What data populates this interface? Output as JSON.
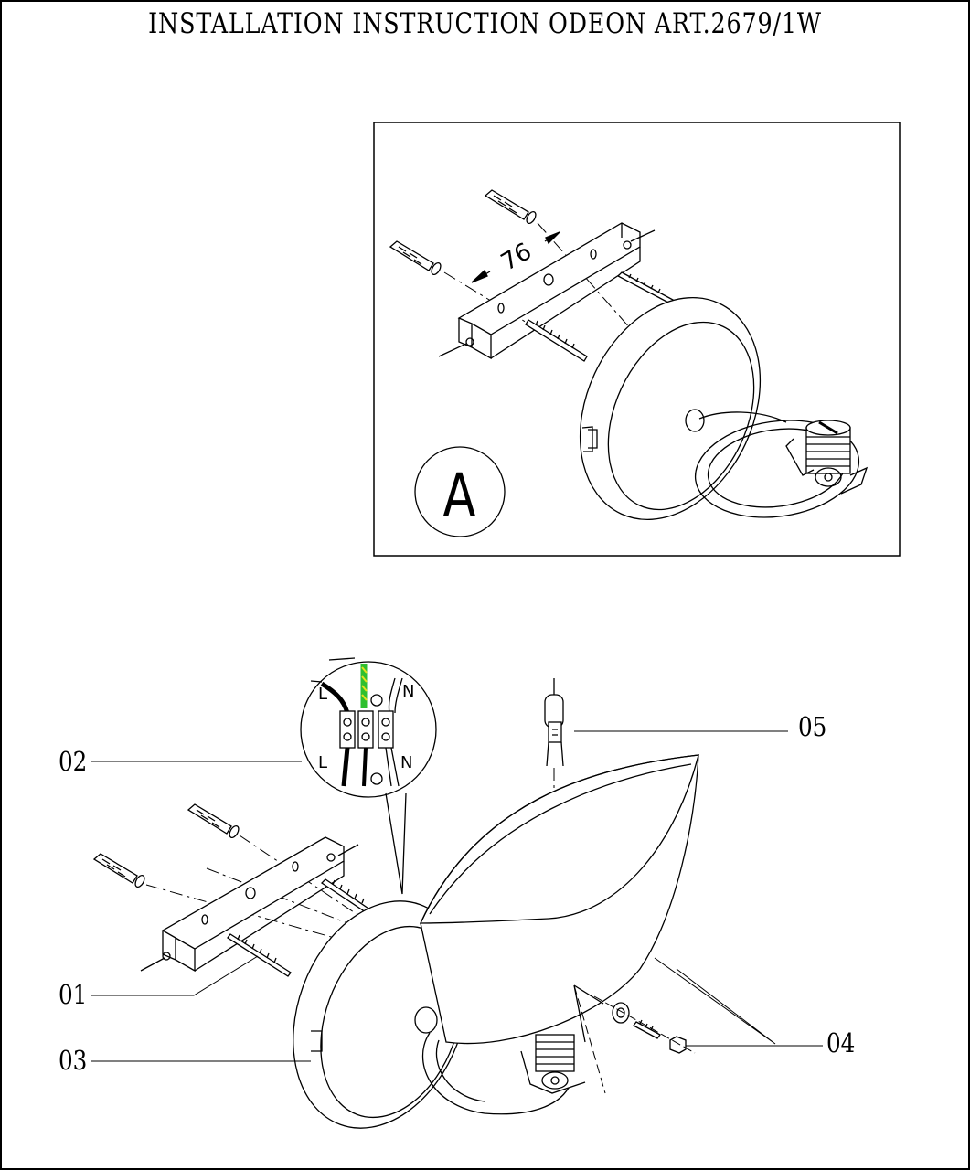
{
  "title": "INSTALLATION INSTRUCTION ODEON ART.2679/1W",
  "detail_a": {
    "label": "A",
    "dimension": "76"
  },
  "part_labels": [
    "01",
    "02",
    "03",
    "04",
    "05"
  ],
  "terminal_labels": {
    "live_top": "L",
    "neutral_top": "N",
    "live_bottom": "L",
    "neutral_bottom": "N"
  },
  "colors": {
    "line": "#000000",
    "earth_wire_green": "#2fbf2f",
    "earth_wire_yellow": "#e8e020",
    "background": "#ffffff"
  }
}
